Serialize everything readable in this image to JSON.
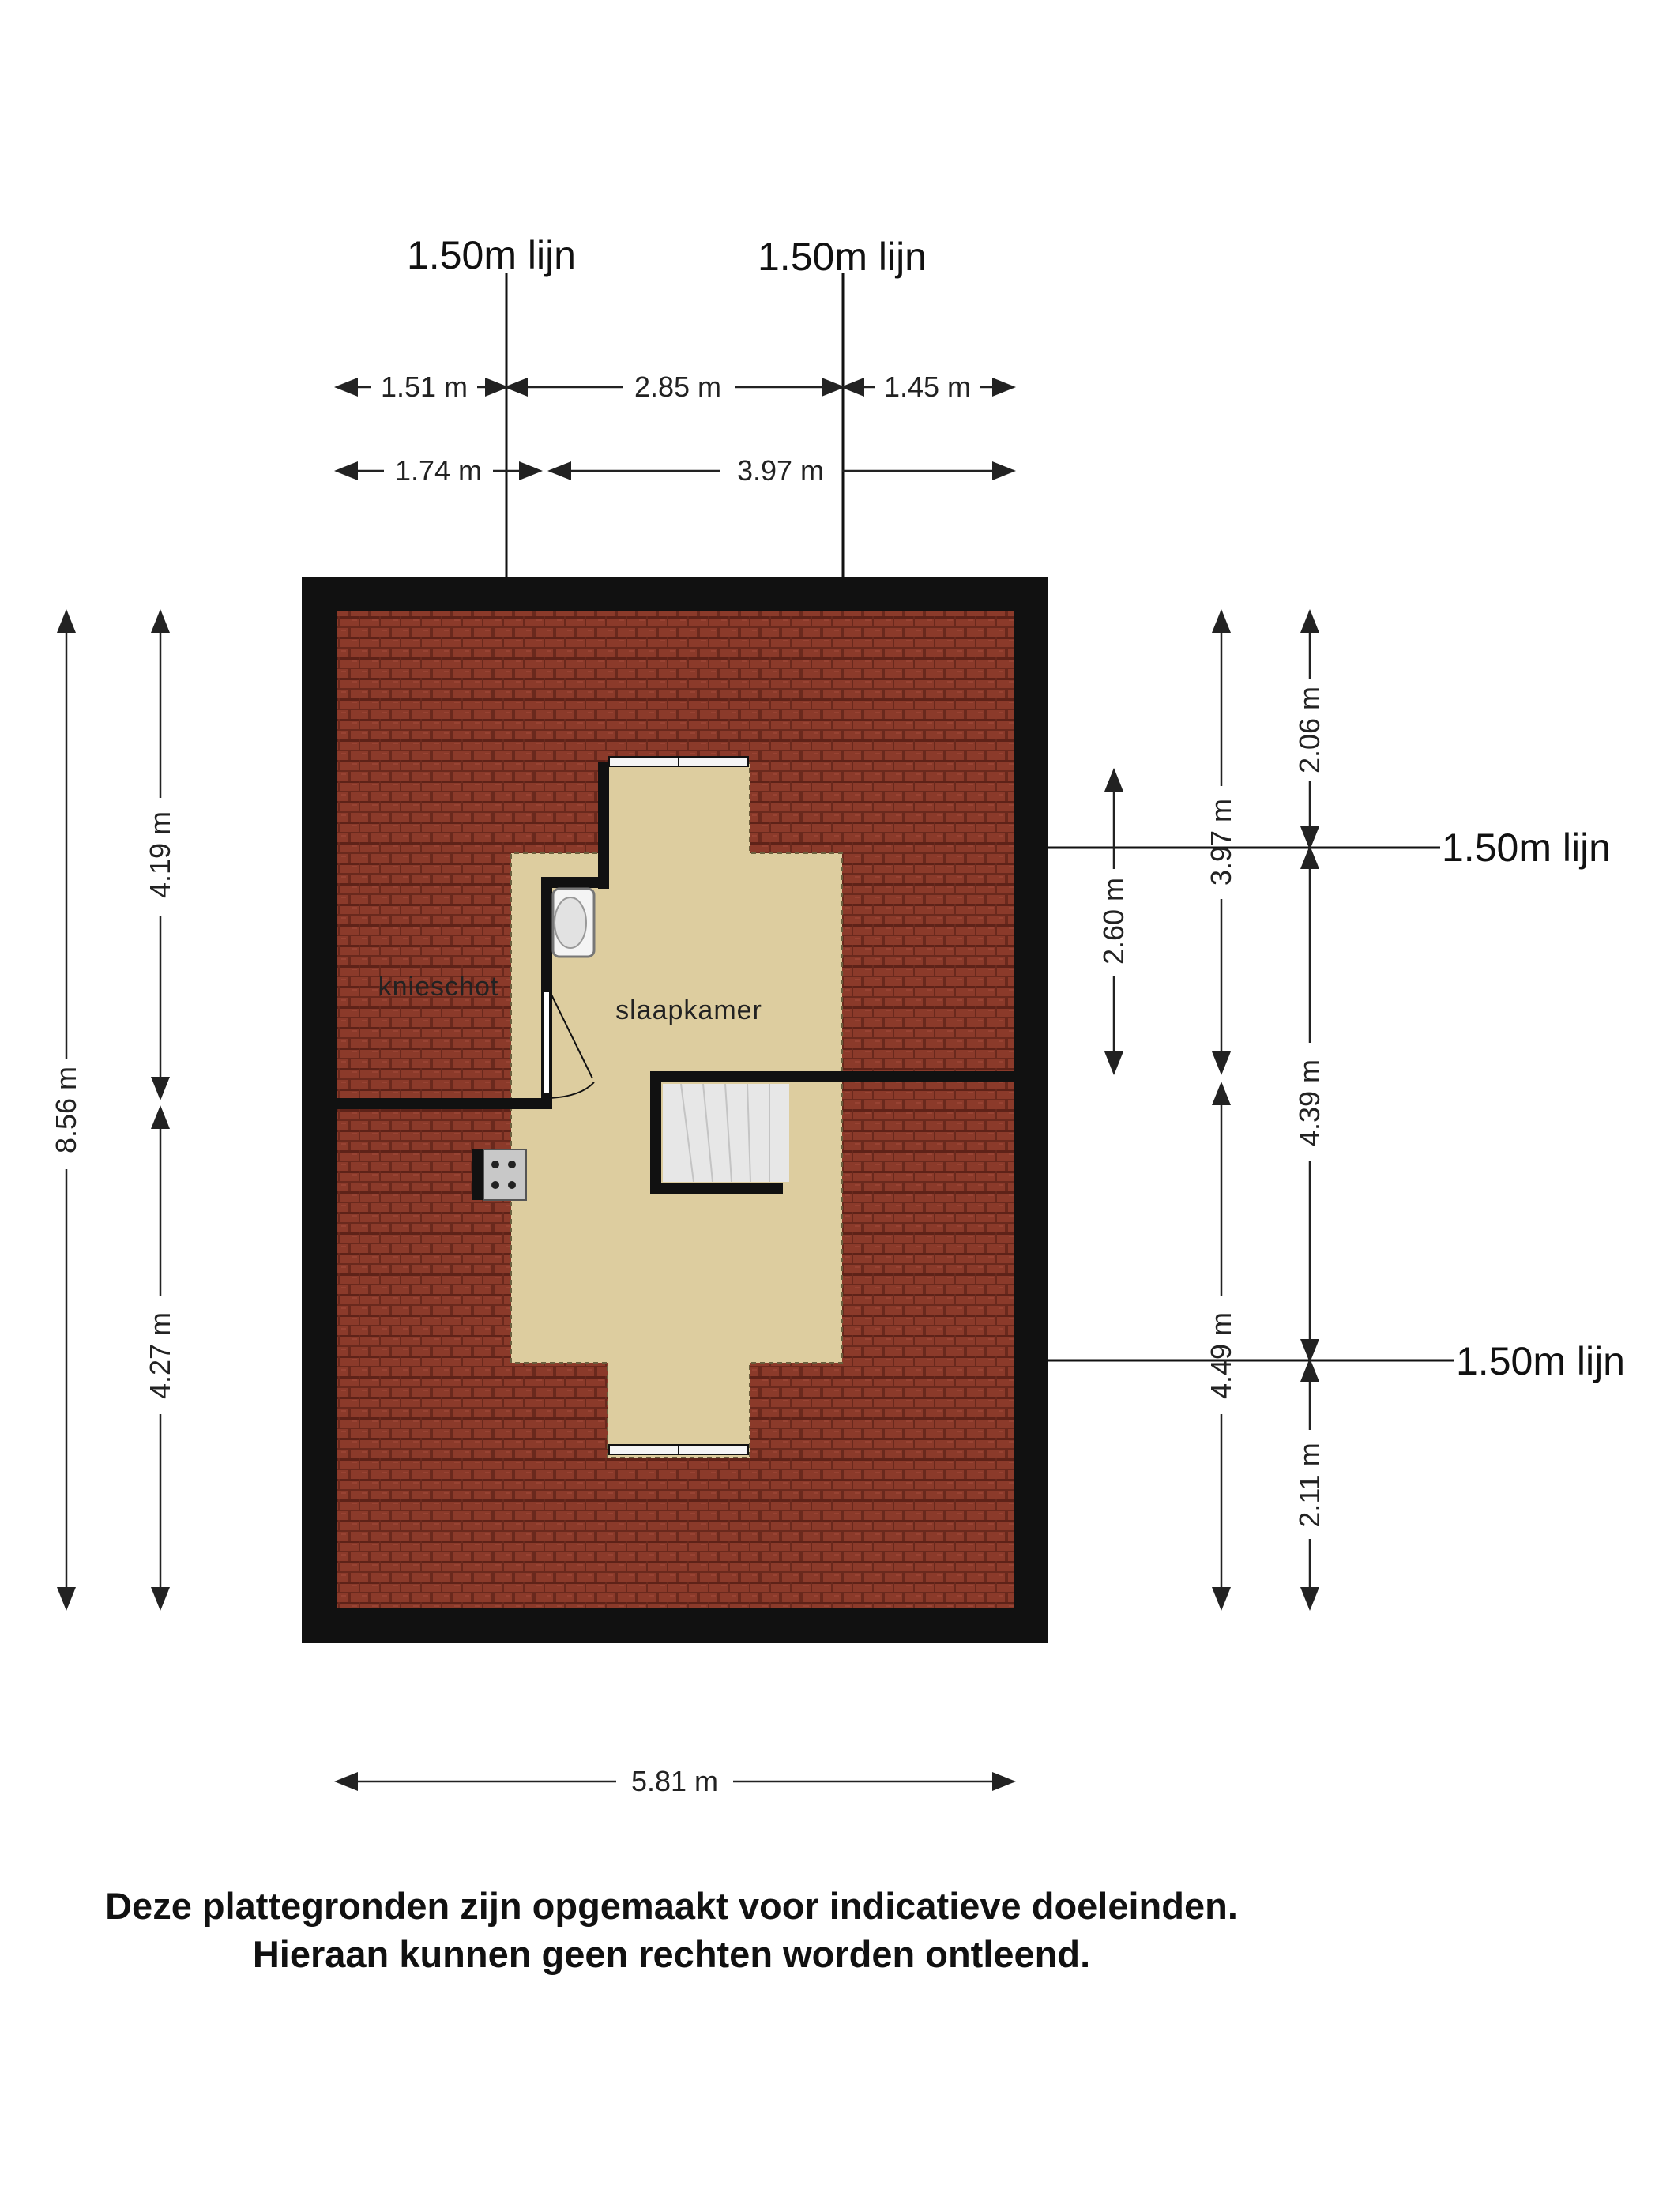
{
  "disclaimer": {
    "line1": "Deze plattegronden zijn opgemaakt voor indicatieve doeleinden.",
    "line2": "Hieraan kunnen geen rechten worden ontleend."
  },
  "rooms": {
    "slaapkamer": "slaapkamer",
    "knieschot": "knieschot"
  },
  "lines": {
    "top_left": "1.50m lijn",
    "top_right": "1.50m lijn",
    "right_upper": "1.50m lijn",
    "right_lower": "1.50m lijn"
  },
  "dimensions": {
    "top_row1": [
      "1.51 m",
      "2.85 m",
      "1.45 m"
    ],
    "top_row2": [
      "1.74 m",
      "3.97 m"
    ],
    "bottom": "5.81 m",
    "left_outer": "8.56 m",
    "left_inner": [
      "4.19 m",
      "4.27 m"
    ],
    "right_col1": "2.60 m",
    "right_col2": [
      "3.97 m",
      "4.49 m"
    ],
    "right_col3": [
      "2.06 m",
      "4.39 m",
      "2.11 m"
    ]
  },
  "colors": {
    "roof": "#8b3a2a",
    "roof_line": "#5e2218",
    "floor": "#ddcd9f",
    "wall": "#111111"
  }
}
